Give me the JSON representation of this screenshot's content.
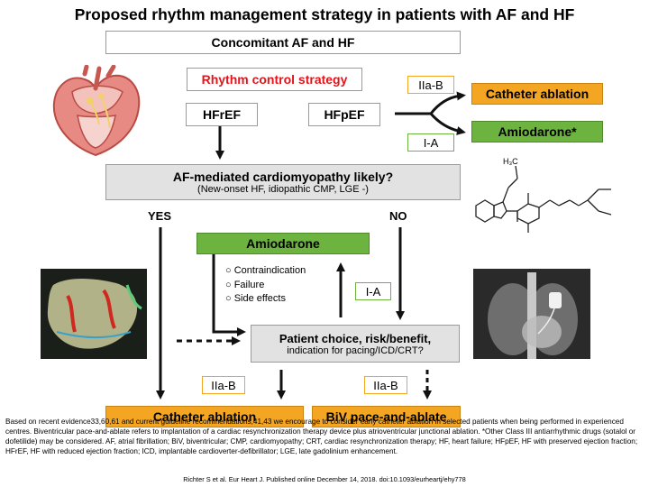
{
  "title": "Proposed rhythm management strategy in patients with AF and HF",
  "nodes": {
    "concomitant": "Concomitant AF and HF",
    "rhythm_control": "Rhythm control strategy",
    "hfref": "HFrEF",
    "hfpef": "HFpEF",
    "cat_ablation_top": "Catheter ablation",
    "amiodarone_top": "Amiodarone*",
    "afmcm_title": "AF-mediated cardiomyopathy likely?",
    "afmcm_sub": "(New-onset HF, idiopathic CMP, LGE -)",
    "yes": "YES",
    "no": "NO",
    "amiodarone_mid": "Amiodarone",
    "bullets": [
      "Contraindication",
      "Failure",
      "Side effects"
    ],
    "patient_title": "Patient choice, risk/benefit,",
    "patient_sub": "indication for pacing/ICD/CRT?",
    "cat_ablation_bottom": "Catheter ablation",
    "biv": "BiV pace-and-ablate"
  },
  "levels": {
    "top_iib": "IIa-B",
    "top_ia": "I-A",
    "mid_ia": "I-A",
    "bottom_left_iib": "IIa-B",
    "bottom_right_iib": "IIa-B"
  },
  "molecule_label": "H₃C",
  "footnote": "Based on recent evidence33,60,61 and current guideline recommendations,41,43 we encourage to consider early catheter ablation in selected patients when being performed in experienced centres. Biventricular pace-and-ablate refers to implantation of a cardiac resynchronization therapy device plus atrioventricular junctional ablation. *Other Class III antiarrhythmic drugs (sotalol or dofetilide) may be considered. AF, atrial fibrillation; BiV, biventricular; CMP, cardiomyopathy; CRT, cardiac resynchronization therapy; HF, heart failure; HFpEF, HF with preserved ejection fraction; HFrEF, HF with reduced ejection fraction; ICD, implantable cardioverter-defibrillator; LGE, late gadolinium enhancement.",
  "citation": "Richter S et al. Eur Heart J. Published online  December 14, 2018. doi:10.1093/eurheartj/ehy778",
  "colors": {
    "green": "#6cb33f",
    "orange": "#f4a521",
    "gray": "#e2e2e2",
    "red": "#e3141b"
  },
  "icons": [
    "heart-anatomy-illustration",
    "amiodarone-structure-drawing",
    "electroanatomic-map-image",
    "chest-xray-image"
  ]
}
